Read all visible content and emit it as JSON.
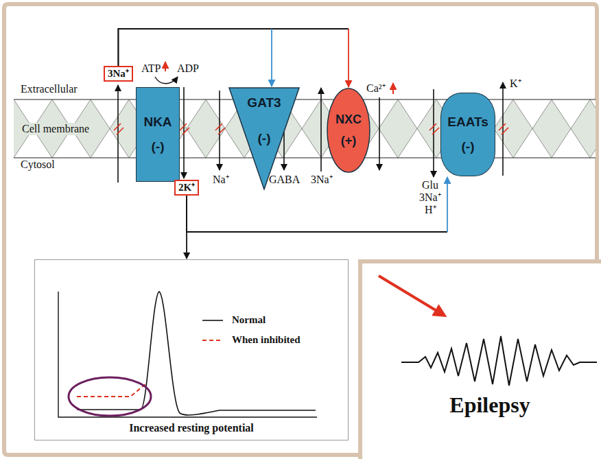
{
  "diagram": {
    "nodes": [
      {
        "text": [
          "3Na⁺"
        ]
      },
      {
        "text": [
          "NKA",
          "(-)"
        ]
      },
      {
        "text": [
          "GAT3",
          "(-)"
        ]
      },
      {
        "text": [
          "NXC",
          "(+)"
        ]
      },
      {
        "text": [
          "EAATs",
          "(-)"
        ]
      },
      {
        "text": [
          "2K⁺"
        ]
      },
      {
        "text": [
          "Increased resting potential"
        ]
      },
      {
        "text": [
          "Epilepsy"
        ]
      }
    ],
    "edges": [
      {
        "from": 0,
        "to": 3,
        "arrow": "to"
      },
      {
        "from": 0,
        "to": 2,
        "arrow": "to"
      },
      {
        "from": 5,
        "to": 4,
        "arrow": "to"
      },
      {
        "from": 5,
        "to": 6,
        "arrow": "to"
      }
    ],
    "labels": [
      "ATP",
      "ADP",
      "Extracellular",
      "Cell membrane",
      "Cytosol",
      "Na⁺",
      "GABA",
      "3Na⁺",
      "Ca²⁺",
      "Glu",
      "3Na⁺",
      "H⁺",
      "K⁺"
    ],
    "legend": [
      {
        "text": "Normal"
      },
      {
        "text": "When inhibited"
      }
    ]
  }
}
